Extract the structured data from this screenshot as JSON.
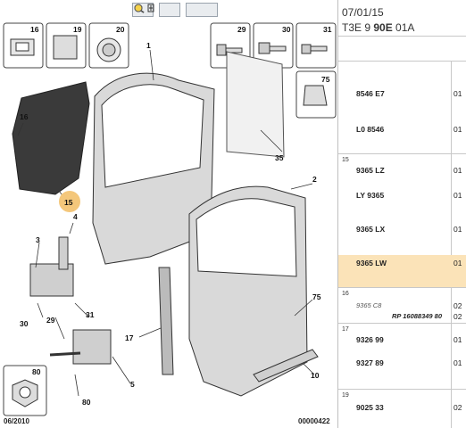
{
  "toolbar": {
    "zoom_in_icon": "zoom-in-icon",
    "zoom_out_icon": "zoom-out-icon",
    "zoom_fit_icon": "zoom-fit-icon"
  },
  "diagram": {
    "callouts": {
      "c1": "1",
      "c2": "2",
      "c3": "3",
      "c4": "4",
      "c5": "5",
      "c10": "10",
      "c15": "15",
      "c16": "16",
      "c16b": "16",
      "c17": "17",
      "c19": "19",
      "c20": "20",
      "c29": "29",
      "c29b": "29",
      "c30": "30",
      "c30b": "30",
      "c31": "31",
      "c31b": "31",
      "c35": "35",
      "c75": "75",
      "c75b": "75",
      "c80": "80",
      "c80b": "80"
    },
    "footer_left": "06/2010",
    "footer_right": "00000422"
  },
  "panel": {
    "date": "07/01/15",
    "ref_prefix": "T3E 9 ",
    "ref_bold": "90E",
    "ref_suffix": " 01A",
    "rows": [
      {
        "group": "",
        "ref": "8546 E7",
        "qty": "01"
      },
      {
        "group": "",
        "ref": "L0 8546",
        "qty": "01"
      },
      {
        "group": "15",
        "ref": "9365 LZ",
        "qty": "01"
      },
      {
        "group": "",
        "ref": "LY 9365",
        "qty": "01"
      },
      {
        "group": "",
        "ref": "9365 LX",
        "qty": "01"
      },
      {
        "group": "",
        "ref": "9365 LW",
        "qty": "01"
      },
      {
        "group": "16",
        "note": "9365 C8",
        "note2": "RP 16088349 80",
        "qty": "02",
        "qty2": "02"
      },
      {
        "group": "17",
        "ref": "9326 99",
        "qty": "01"
      },
      {
        "group": "",
        "ref": "9327 89",
        "qty": "01"
      },
      {
        "group": "19",
        "ref": "9025 33",
        "qty": "02"
      }
    ]
  },
  "colors": {
    "highlight": "#fbe3b8",
    "callout_highlight": "#f4c77b",
    "door_fill": "#d9d9d9"
  }
}
